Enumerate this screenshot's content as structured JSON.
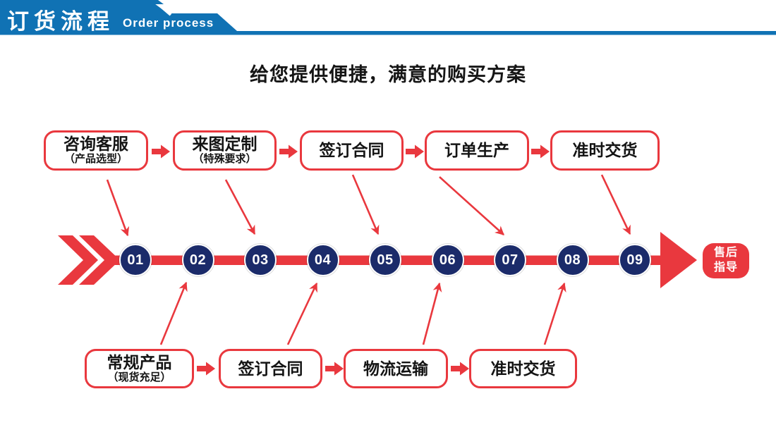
{
  "header": {
    "title_cn": "订货流程",
    "title_en": "Order process"
  },
  "main_title": "给您提供便捷，满意的购买方案",
  "top_flow": {
    "boxes": [
      {
        "title": "咨询客服",
        "subtitle": "（产品选型）"
      },
      {
        "title": "来图定制",
        "subtitle": "（特殊要求）"
      },
      {
        "title": "签订合同",
        "subtitle": ""
      },
      {
        "title": "订单生产",
        "subtitle": ""
      },
      {
        "title": "准时交货",
        "subtitle": ""
      }
    ]
  },
  "bottom_flow": {
    "boxes": [
      {
        "title": "常规产品",
        "subtitle": "（现货充足）"
      },
      {
        "title": "签订合同",
        "subtitle": ""
      },
      {
        "title": "物流运输",
        "subtitle": ""
      },
      {
        "title": "准时交货",
        "subtitle": ""
      }
    ]
  },
  "timeline": {
    "steps": [
      {
        "number": "01"
      },
      {
        "number": "02"
      },
      {
        "number": "03"
      },
      {
        "number": "04"
      },
      {
        "number": "05"
      },
      {
        "number": "06"
      },
      {
        "number": "07"
      },
      {
        "number": "08"
      },
      {
        "number": "09"
      }
    ],
    "end_badge": {
      "line1": "售后",
      "line2": "指导"
    }
  },
  "colors": {
    "banner_blue": "#1072b4",
    "accent_red": "#e9383e",
    "step_navy": "#1b2b6a"
  }
}
